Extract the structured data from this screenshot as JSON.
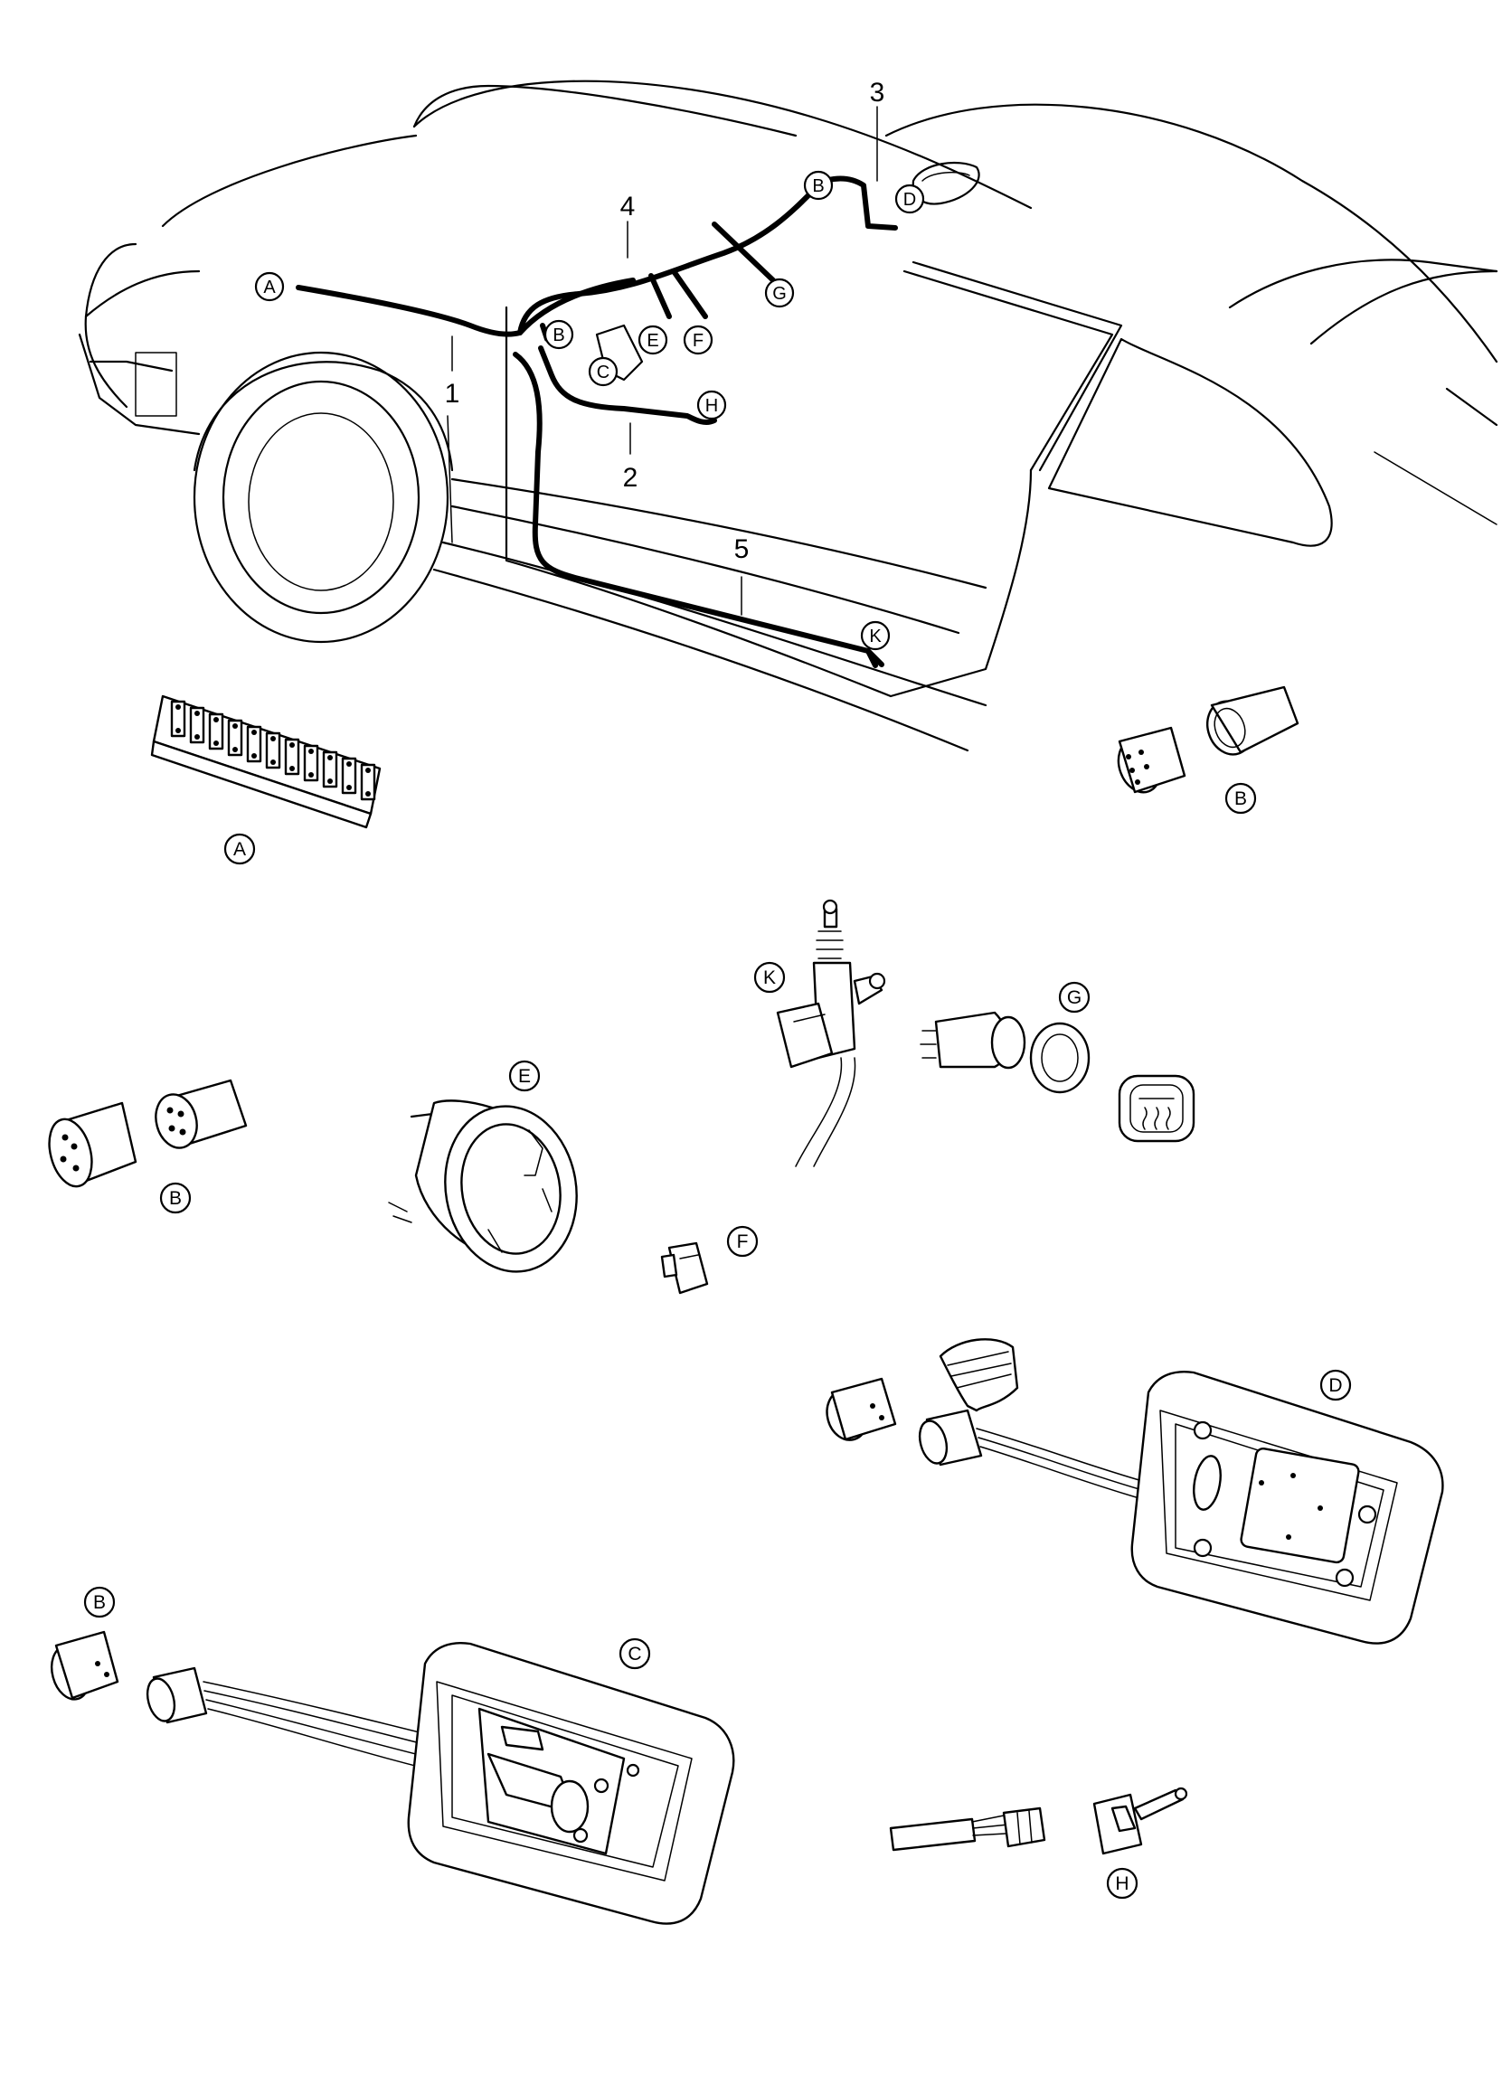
{
  "callouts": {
    "n1": "1",
    "n2": "2",
    "n3": "3",
    "n4": "4",
    "n5": "5",
    "A": "A",
    "B": "B",
    "C": "C",
    "D": "D",
    "E": "E",
    "F": "F",
    "G": "G",
    "H": "H",
    "K": "K"
  },
  "colors": {
    "line": "#000000",
    "background": "#ffffff"
  }
}
